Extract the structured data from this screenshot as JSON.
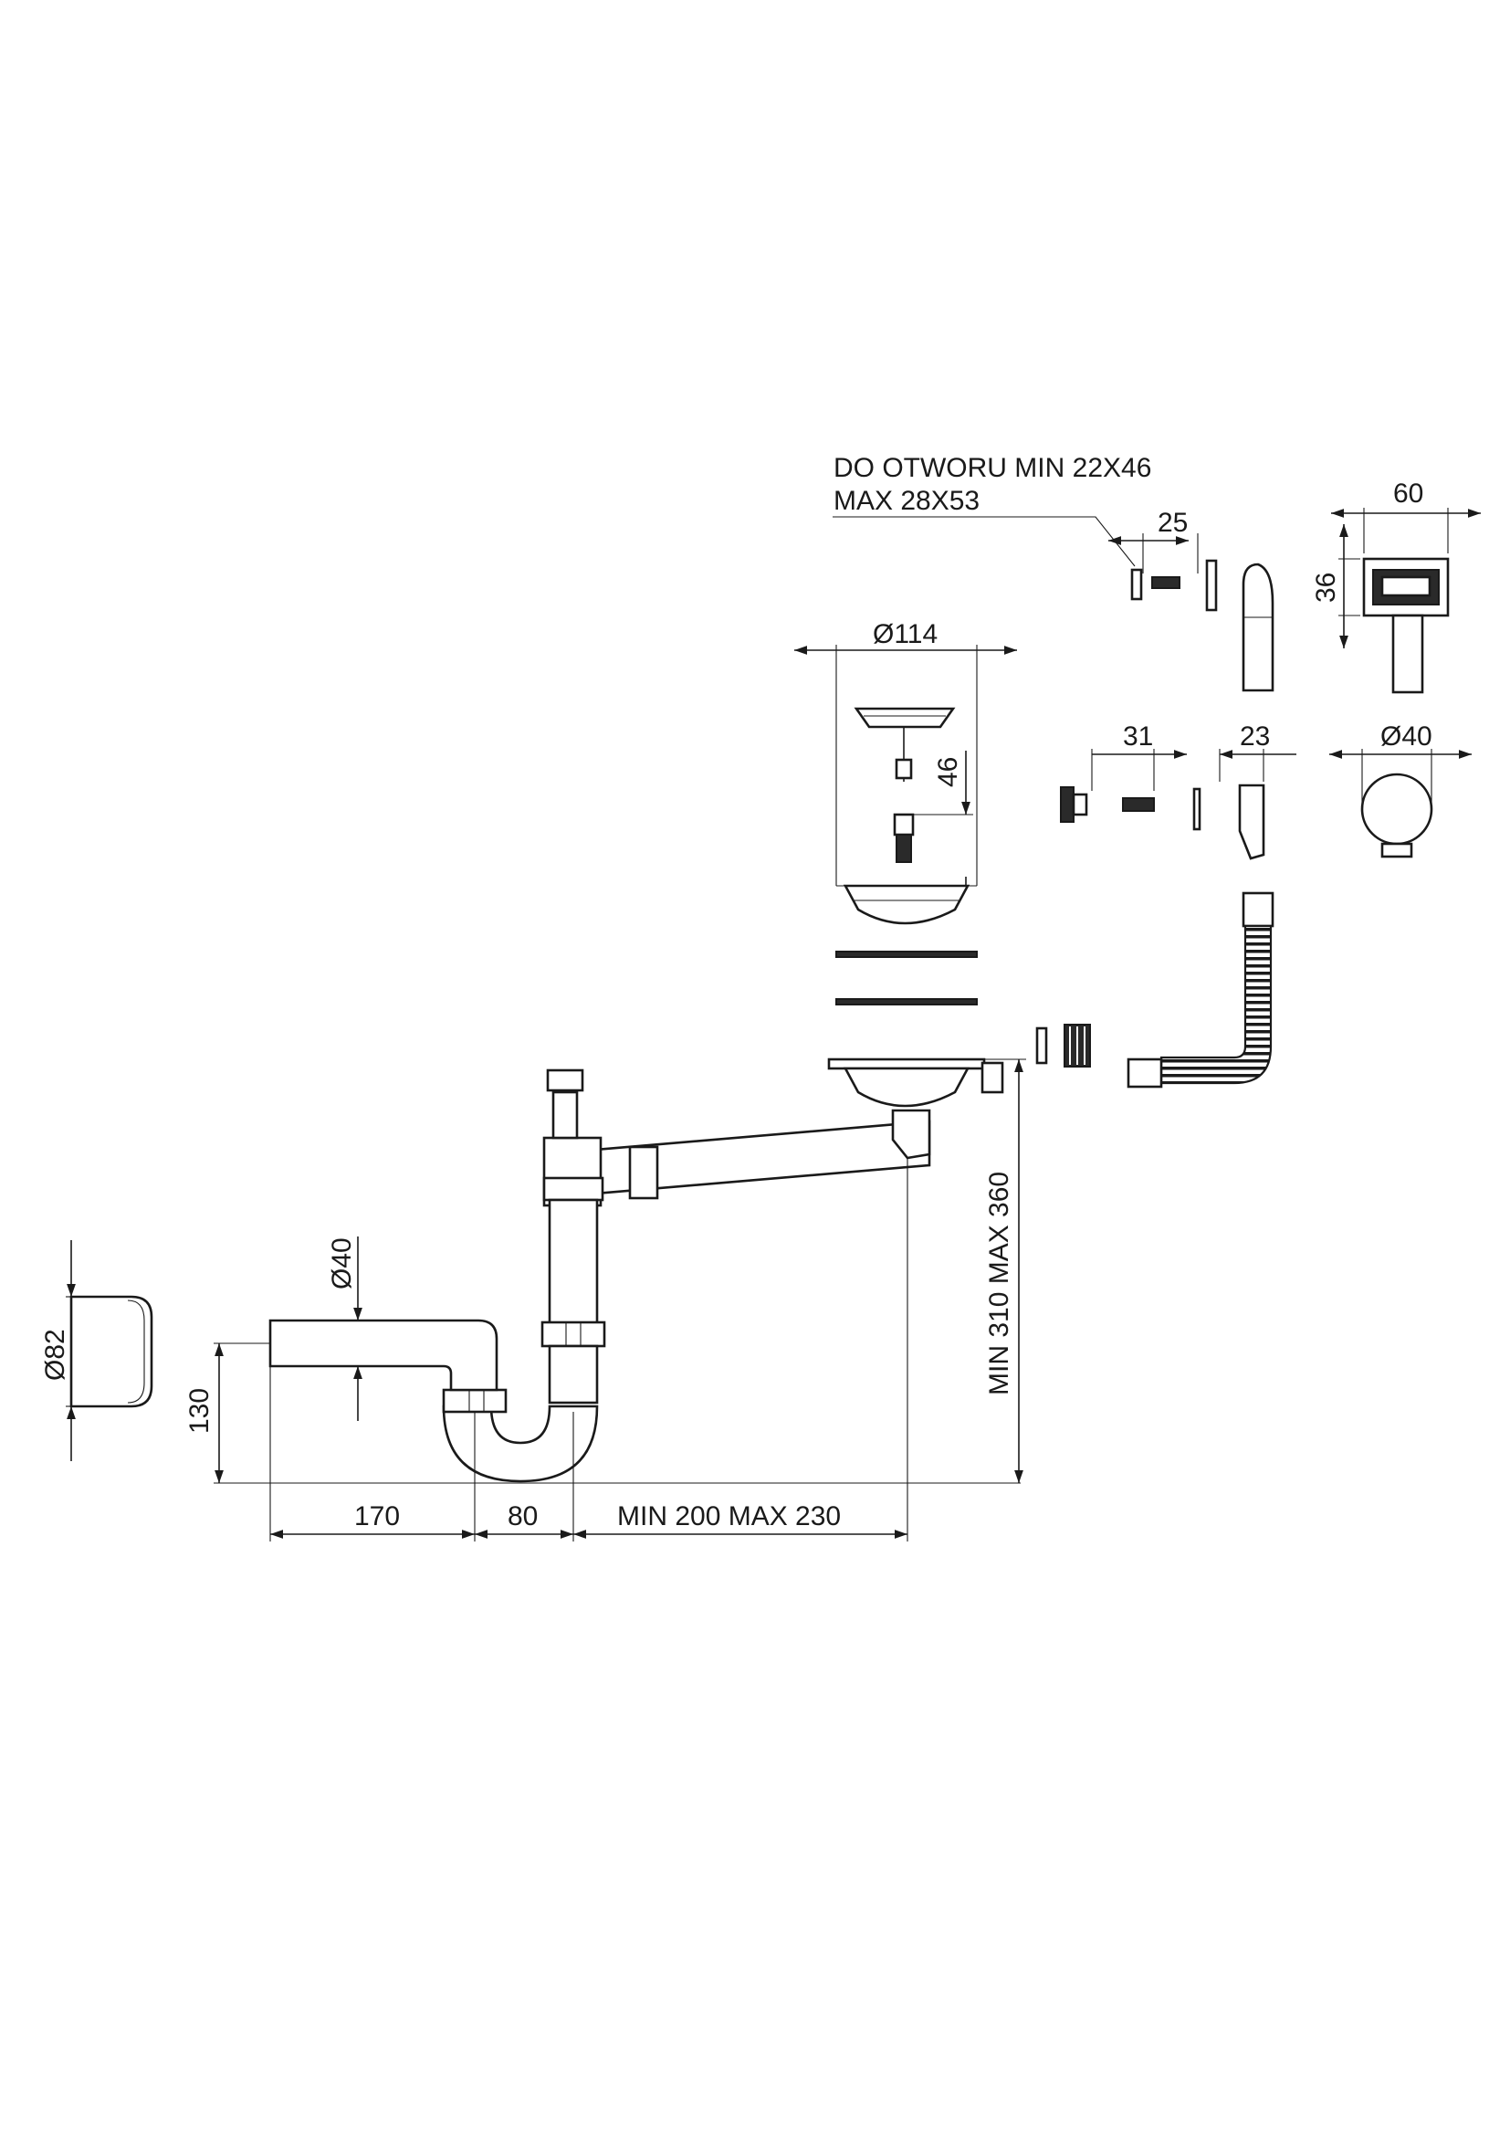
{
  "note": {
    "line1": "DO OTWORU MIN 22X46",
    "line2": "MAX 28X53"
  },
  "dimensions": {
    "overflow_screw_len": "25",
    "overflow_width": "60",
    "overflow_height": "36",
    "strainer_dia": "Ø114",
    "plug_stroke": "46",
    "overflow_screw2_len": "31",
    "connector_len": "23",
    "outlet_dia_small": "Ø40",
    "cap_dia": "Ø82",
    "pipe_dia": "Ø40",
    "height_to_outlet": "130",
    "pipe_len": "170",
    "trap_offset": "80",
    "horizontal_range": "MIN 200 MAX 230",
    "vertical_range": "MIN 310 MAX 360"
  }
}
